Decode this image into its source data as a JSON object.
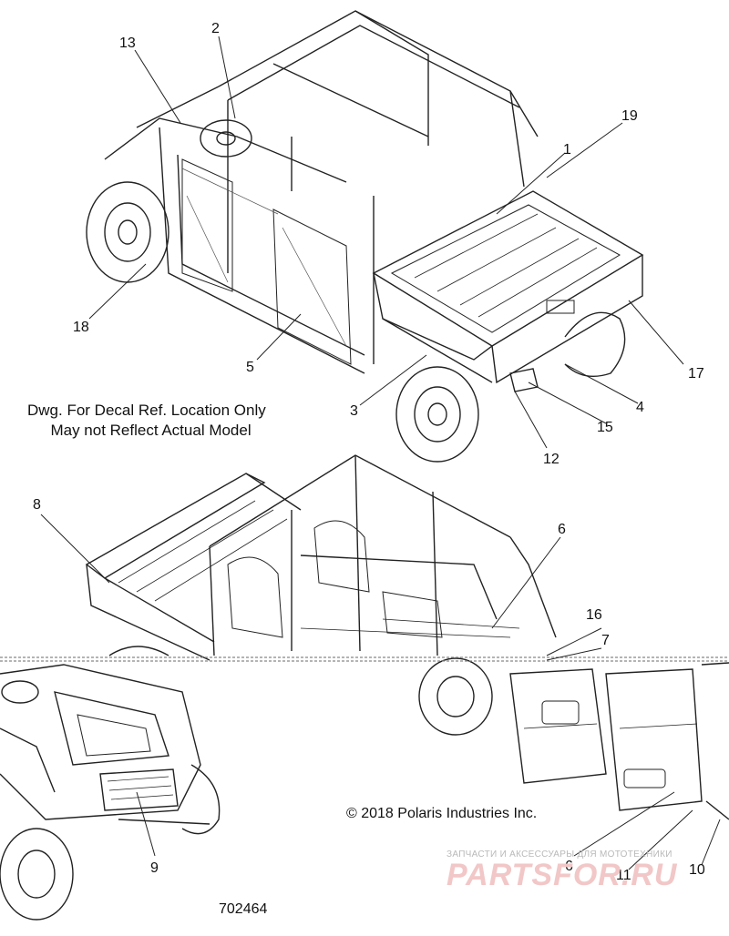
{
  "note_line1": "Dwg. For Decal Ref. Location Only",
  "note_line2": "May not Reflect Actual Model",
  "copyright": "© 2018 Polaris Industries Inc.",
  "drawing_number": "702464",
  "watermark_subtitle": "ЗАПЧАСТИ И АКСЕССУАРЫ ДЛЯ МОТОТЕХНИКИ",
  "watermark_logo": "PARTSFOR.RU",
  "callouts": {
    "c1": "1",
    "c2": "2",
    "c3": "3",
    "c4": "4",
    "c5": "5",
    "c6a": "6",
    "c6b": "6",
    "c7": "7",
    "c8": "8",
    "c9": "9",
    "c10": "10",
    "c11": "11",
    "c12": "12",
    "c13": "13",
    "c15": "15",
    "c16": "16",
    "c17": "17",
    "c18": "18",
    "c19": "19"
  }
}
